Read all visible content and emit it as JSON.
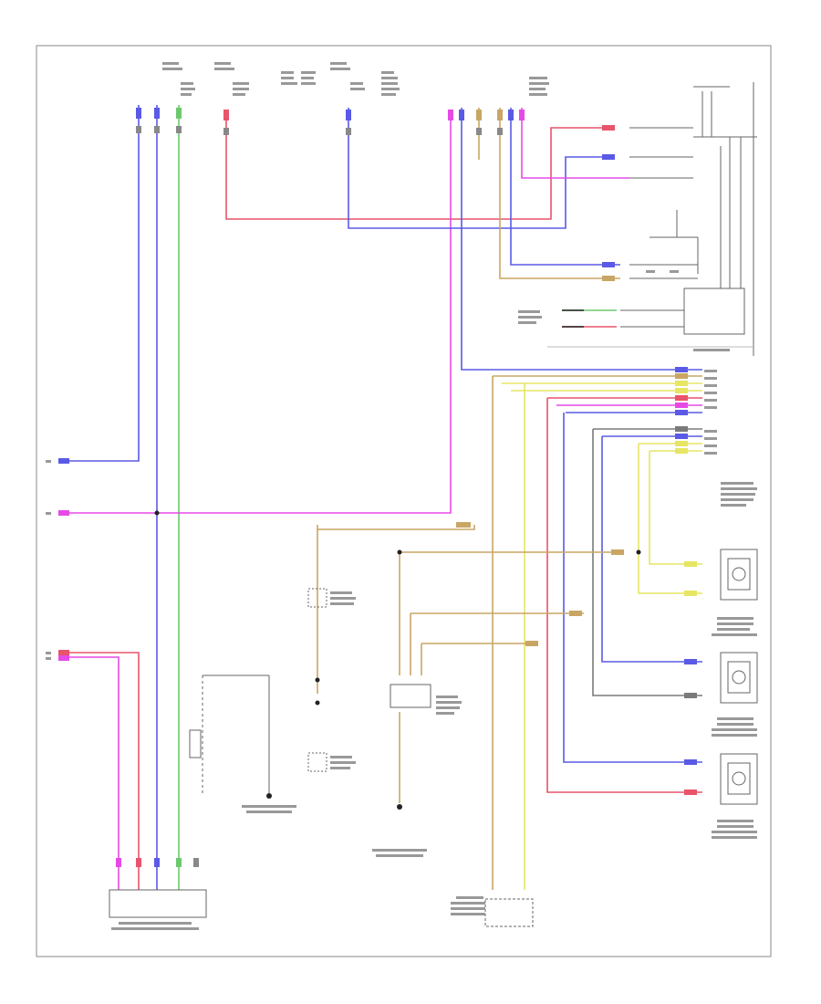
{
  "diagram": {
    "footer_code": "",
    "colors": {
      "blue": "#5a5ae6",
      "pink": "#e64ae6",
      "red": "#e8546a",
      "green": "#6ec86e",
      "tan": "#c9a664",
      "yellow": "#e6e664",
      "gray": "#7a7a7a",
      "black": "#222222"
    },
    "components": [
      {
        "id": "seat-belt-switch",
        "label": ""
      },
      {
        "id": "occupant-sensor",
        "label": ""
      },
      {
        "id": "center-airbag-sensor",
        "label": ""
      },
      {
        "id": "left-front-seat-position-sensor",
        "label": ""
      },
      {
        "id": "right-front-seat-position-sensor",
        "label": ""
      },
      {
        "id": "left-front-impact-sensor",
        "label": ""
      },
      {
        "id": "right-front-impact-sensor",
        "label": ""
      },
      {
        "id": "ground-g1",
        "label": ""
      },
      {
        "id": "ground-g2",
        "label": ""
      },
      {
        "id": "ground-g3",
        "label": ""
      }
    ]
  }
}
